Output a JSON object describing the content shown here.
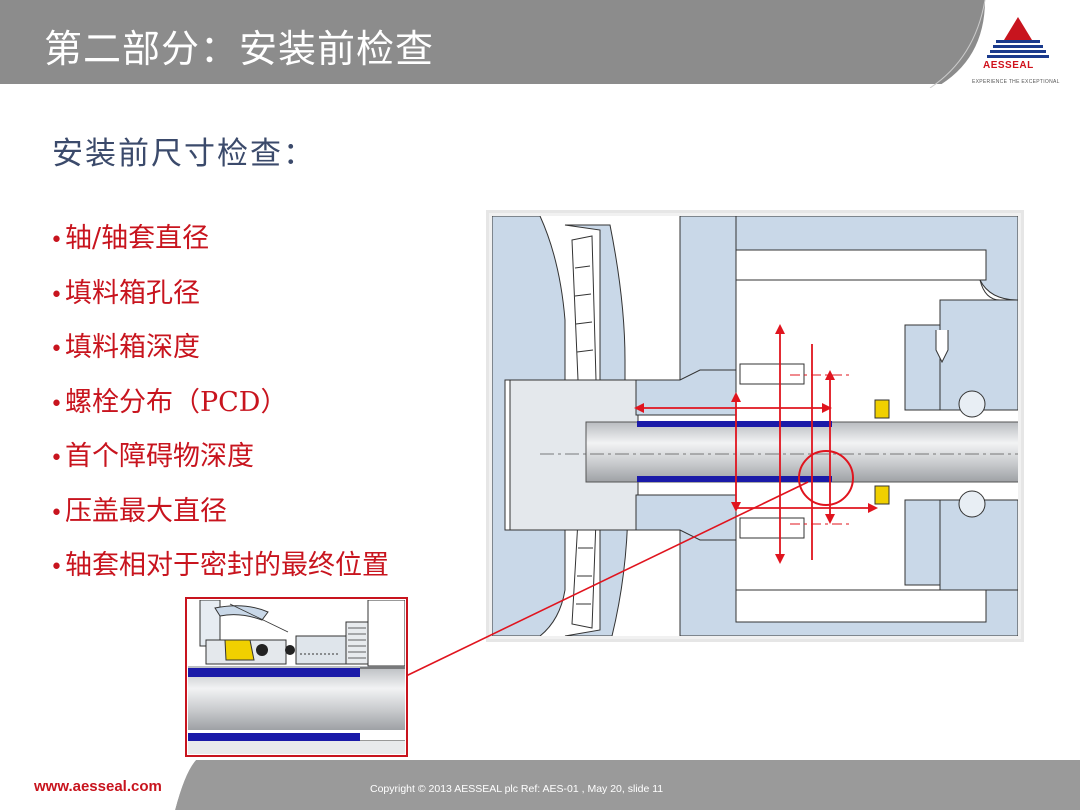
{
  "header": {
    "title": "第二部分：安装前检查"
  },
  "logo": {
    "brand": "AESSEAL",
    "tagline": "EXPERIENCE THE EXCEPTIONAL"
  },
  "subtitle": "安装前尺寸检查：",
  "bullet_marker": "•",
  "bullets": [
    "轴/轴套直径",
    "填料箱孔径",
    "填料箱深度",
    "螺栓分布（PCD）",
    "首个障碍物深度",
    "压盖最大直径",
    "轴套相对于密封的最终位置"
  ],
  "footer": {
    "url": "www.aesseal.com",
    "copyright": "Copyright © 2013 AESSEAL plc Ref: AES-01 , May 20, slide 11"
  },
  "colors": {
    "header": "#8c8c8c",
    "accent": "#c8141e",
    "subtitle": "#3b4a6b",
    "sleeve": "#1a1aa8",
    "housing": "#c9d8e8"
  }
}
